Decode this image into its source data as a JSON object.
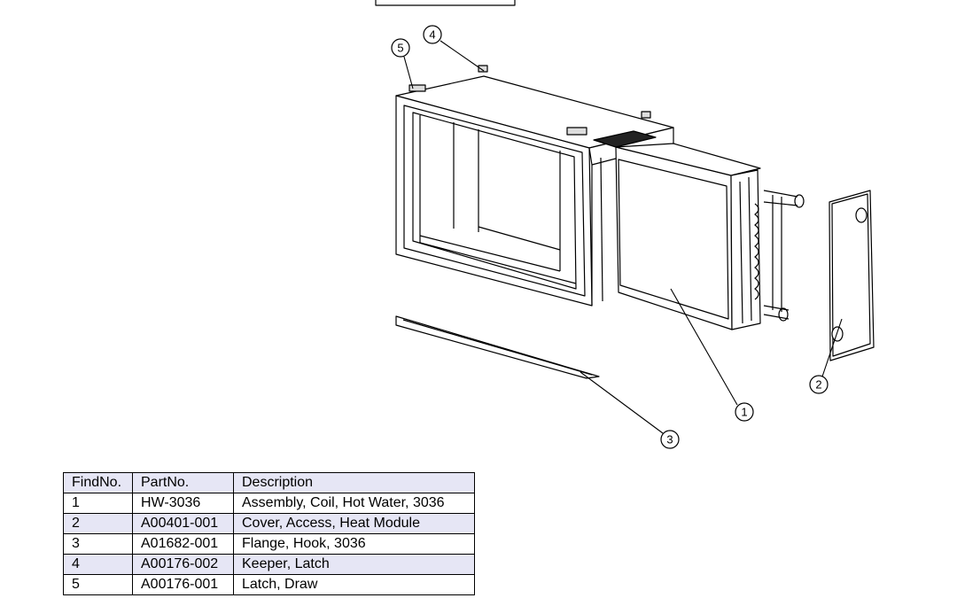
{
  "callouts": [
    {
      "label": "1"
    },
    {
      "label": "2"
    },
    {
      "label": "3"
    },
    {
      "label": "4"
    },
    {
      "label": "5"
    }
  ],
  "table": {
    "headers": [
      "FindNo.",
      "PartNo.",
      "Description"
    ],
    "rows": [
      {
        "find": "1",
        "part": "HW-3036",
        "desc": "Assembly, Coil, Hot Water, 3036"
      },
      {
        "find": "2",
        "part": "A00401-001",
        "desc": "Cover, Access, Heat Module"
      },
      {
        "find": "3",
        "part": "A01682-001",
        "desc": "Flange, Hook, 3036"
      },
      {
        "find": "4",
        "part": "A00176-002",
        "desc": "Keeper, Latch"
      },
      {
        "find": "5",
        "part": "A00176-001",
        "desc": "Latch, Draw"
      }
    ]
  },
  "colors": {
    "line": "#000000",
    "table_shade": "#e6e6f5"
  }
}
